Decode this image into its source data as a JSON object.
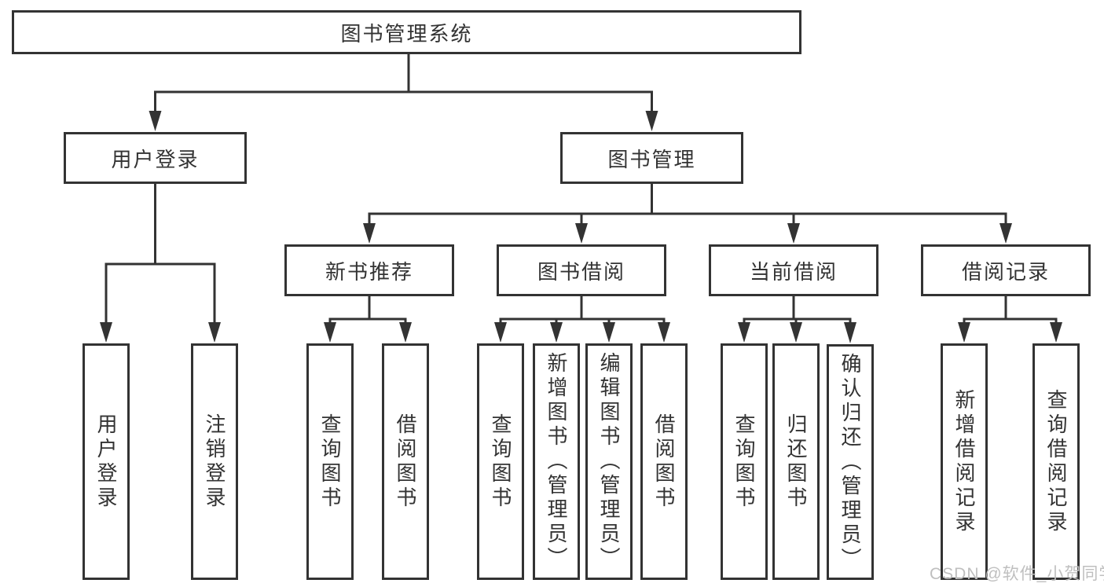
{
  "tree": {
    "root": {
      "label": "图书管理系统"
    },
    "branches": [
      {
        "label": "用户登录",
        "children": [
          {
            "label": "用户登录"
          },
          {
            "label": "注销登录"
          }
        ]
      },
      {
        "label": "图书管理",
        "children": [
          {
            "label": "新书推荐",
            "children": [
              {
                "label": "查询图书"
              },
              {
                "label": "借阅图书"
              }
            ]
          },
          {
            "label": "图书借阅",
            "children": [
              {
                "label": "查询图书"
              },
              {
                "label": "新增图书（管理员）"
              },
              {
                "label": "编辑图书（管理员）"
              },
              {
                "label": "借阅图书"
              }
            ]
          },
          {
            "label": "当前借阅",
            "children": [
              {
                "label": "查询图书"
              },
              {
                "label": "归还图书"
              },
              {
                "label": "确认归还（管理员）"
              }
            ]
          },
          {
            "label": "借阅记录",
            "children": [
              {
                "label": "新增借阅记录"
              },
              {
                "label": "查询借阅记录"
              }
            ]
          }
        ]
      }
    ]
  },
  "watermark": {
    "text": "CSDN @软件_小贺同学"
  },
  "colors": {
    "line": "#333333",
    "text": "#333333",
    "bg": "#ffffff",
    "watermark": "#bfbfbf"
  }
}
